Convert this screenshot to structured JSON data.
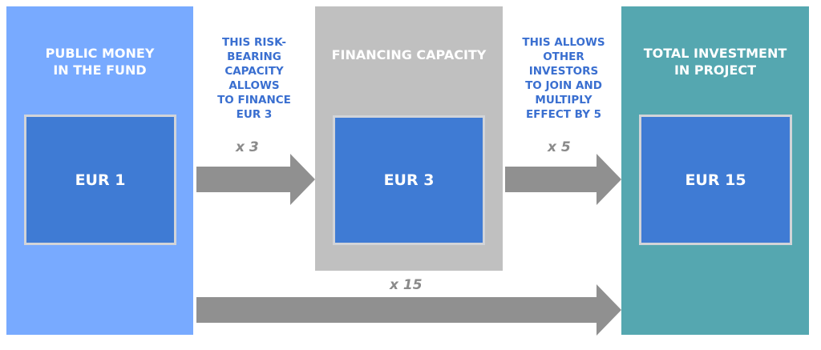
{
  "columns": [
    {
      "title": "PUBLIC MONEY\nIN THE FUND",
      "value": "EUR 1",
      "color": "#78aaff"
    },
    {
      "title": "FINANCING CAPACITY",
      "value": "EUR 3",
      "color": "#c0c0c0"
    },
    {
      "title": "TOTAL INVESTMENT\nIN PROJECT",
      "value": "EUR 15",
      "color": "#55a7b0"
    }
  ],
  "notes": [
    "THIS RISK-\nBEARING\nCAPACITY\nALLOWS\nTO  FINANCE\nEUR 3",
    "THIS ALLOWS\nOTHER\nINVESTORS\nTO JOIN AND\nMULTIPLY\nEFFECT BY 5"
  ],
  "multipliers": [
    "x 3",
    "x 5",
    "x 15"
  ],
  "colors": {
    "inner_box": "#3f7bd4",
    "arrow": "#909090",
    "note_text": "#3a6fd0"
  }
}
